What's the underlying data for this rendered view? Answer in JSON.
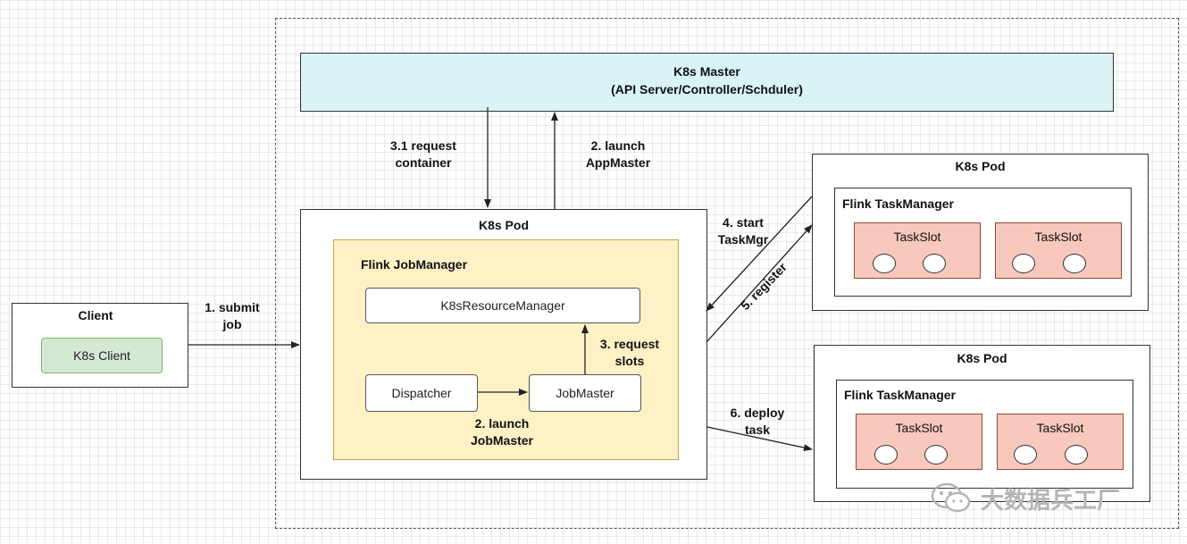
{
  "k8s_master": {
    "title": "K8s Master",
    "subtitle": "(API Server/Controller/Schduler)"
  },
  "client": {
    "title": "Client",
    "k8s_client": "K8s Client"
  },
  "jm_pod": {
    "title": "K8s Pod",
    "jobmanager": "Flink JobManager",
    "resource_manager": "K8sResourceManager",
    "dispatcher": "Dispatcher",
    "jobmaster": "JobMaster"
  },
  "tm_pods": [
    {
      "title": "K8s Pod",
      "taskmanager": "Flink TaskManager",
      "slots": [
        "TaskSlot",
        "TaskSlot"
      ]
    },
    {
      "title": "K8s Pod",
      "taskmanager": "Flink TaskManager",
      "slots": [
        "TaskSlot",
        "TaskSlot"
      ]
    }
  ],
  "edges": {
    "submit": [
      "1. submit",
      "job"
    ],
    "launch_appmaster": [
      "2. launch",
      "AppMaster"
    ],
    "request_container": [
      "3.1 request",
      "container"
    ],
    "request_slots": [
      "3. request",
      "slots"
    ],
    "launch_jobmaster": [
      "2. launch",
      "JobMaster"
    ],
    "start_taskmgr": [
      "4. start",
      "TaskMgr"
    ],
    "register": "5. register",
    "deploy_task": [
      "6. deploy",
      "task"
    ]
  },
  "watermark": "大数据兵工厂"
}
